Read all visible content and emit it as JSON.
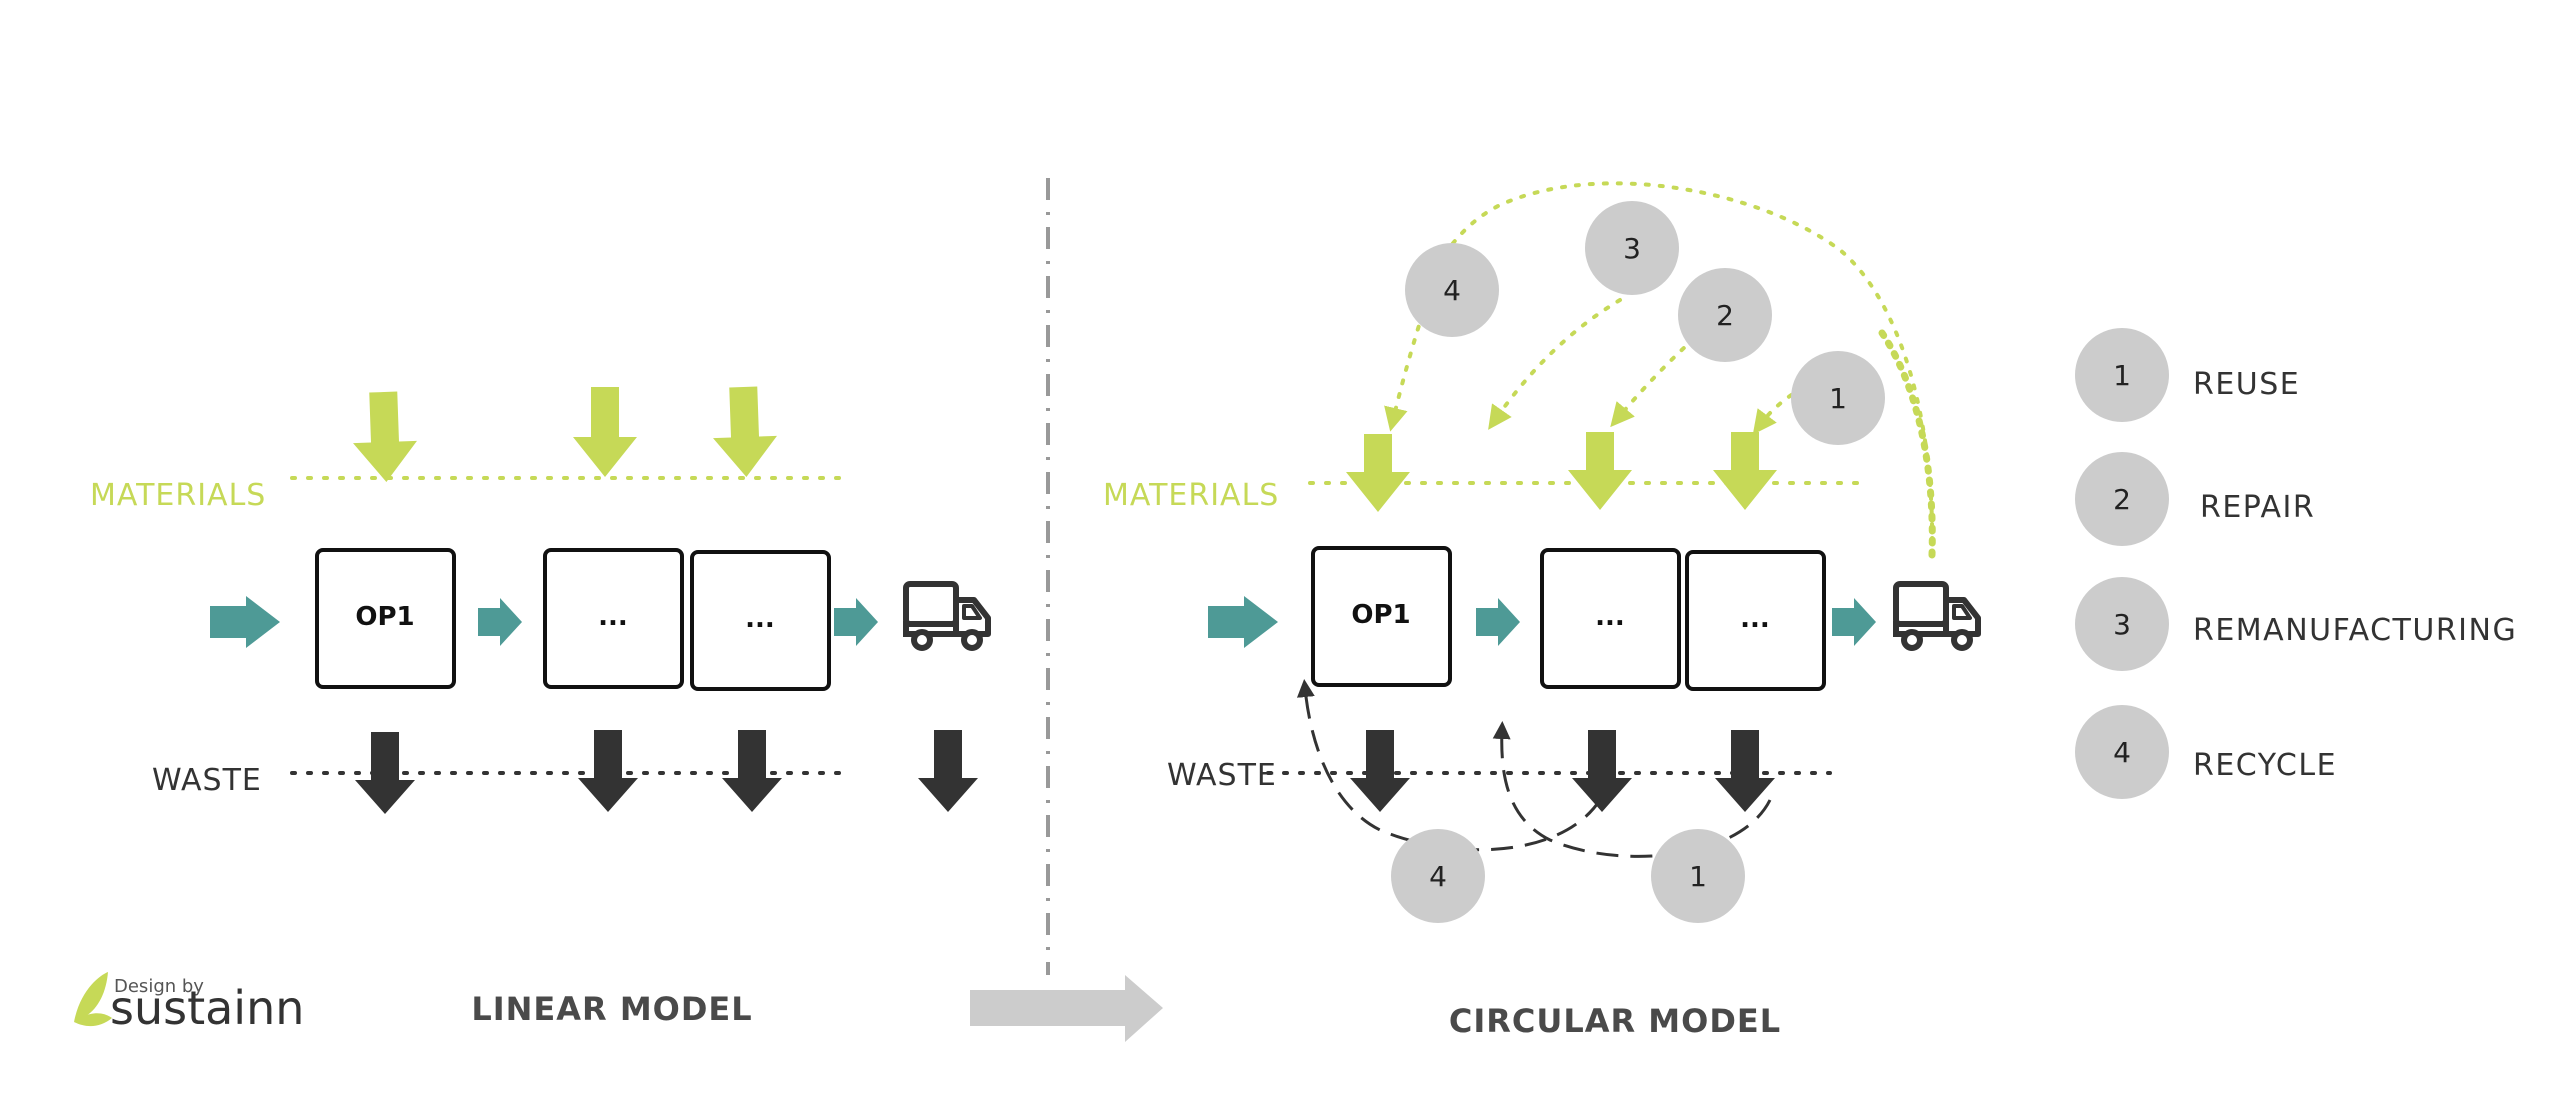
{
  "linear": {
    "materials_label": "MATERIALS",
    "waste_label": "WASTE",
    "boxes": [
      "OP1",
      "...",
      "..."
    ],
    "title": "LINEAR MODEL"
  },
  "circular": {
    "materials_label": "MATERIALS",
    "waste_label": "WASTE",
    "boxes": [
      "OP1",
      "...",
      "..."
    ],
    "title": "CIRCULAR MODEL",
    "top_loops": [
      "4",
      "3",
      "2",
      "1"
    ],
    "bottom_loops": [
      "4",
      "1"
    ]
  },
  "legend": [
    {
      "num": "1",
      "label": "REUSE"
    },
    {
      "num": "2",
      "label": "REPAIR"
    },
    {
      "num": "3",
      "label": "REMANUFACTURING"
    },
    {
      "num": "4",
      "label": "RECYCLE"
    }
  ],
  "brand": {
    "small": "Design by",
    "name": "sustainn"
  },
  "colors": {
    "materials": "#c6d957",
    "flow": "#4e9a96",
    "waste": "#333333",
    "circle": "#cccccc",
    "transition_arrow": "#cccccc",
    "divider": "#999999"
  }
}
